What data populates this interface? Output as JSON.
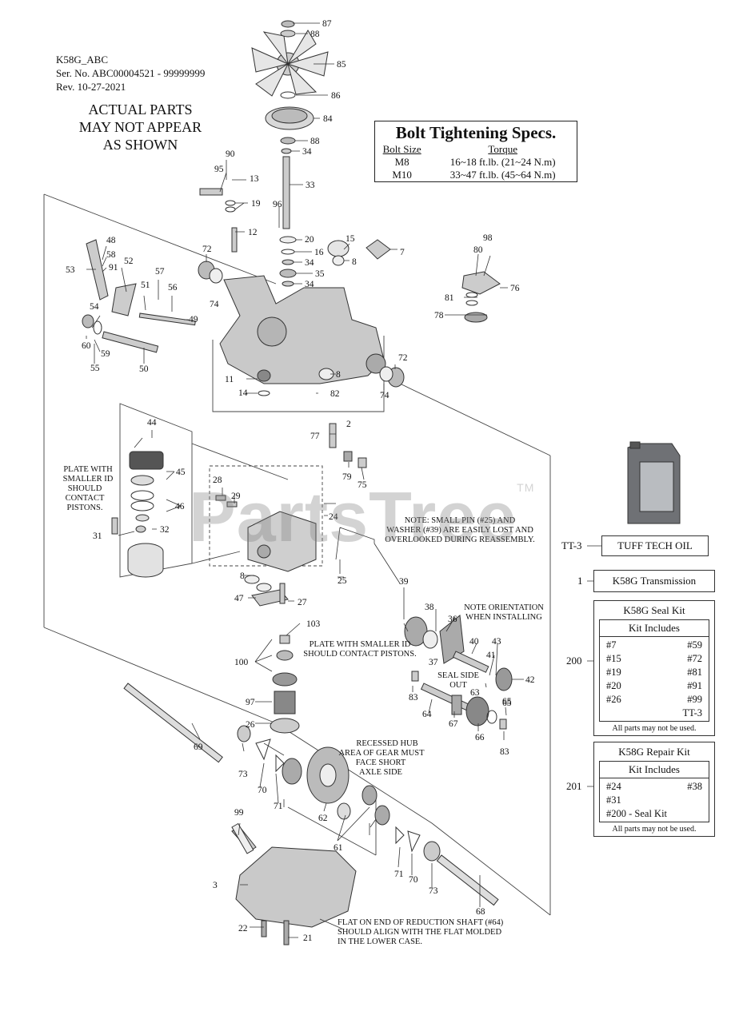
{
  "header": {
    "model": "K58G_ABC",
    "serial": "Ser. No. ABC00004521 - 99999999",
    "revision": "Rev. 10-27-2021"
  },
  "disclaimer": [
    "ACTUAL PARTS",
    "MAY NOT APPEAR",
    "AS SHOWN"
  ],
  "bolt_specs": {
    "title": "Bolt Tightening Specs.",
    "col_size": "Bolt Size",
    "col_torque": "Torque",
    "rows": [
      {
        "size": "M8",
        "torque": "16~18 ft.lb. (21~24 N.m)"
      },
      {
        "size": "M10",
        "torque": "33~47 ft.lb. (45~64 N.m)"
      }
    ]
  },
  "watermark": {
    "text": "PartsTree",
    "tm": "TM"
  },
  "notes": {
    "plate_left": [
      "PLATE WITH",
      "SMALLER ID",
      "SHOULD",
      "CONTACT",
      "PISTONS."
    ],
    "small_pin": [
      "NOTE: SMALL PIN (#25) AND",
      "WASHER (#39) ARE EASILY LOST AND",
      "OVERLOOKED DURING REASSEMBLY."
    ],
    "orientation": [
      "NOTE ORIENTATION",
      "WHEN INSTALLING"
    ],
    "plate_mid": [
      "PLATE WITH SMALLER ID",
      "SHOULD CONTACT PISTONS."
    ],
    "seal_side": [
      "SEAL SIDE",
      "OUT"
    ],
    "recessed_hub": [
      "RECESSED HUB",
      "AREA OF GEAR MUST",
      "FACE SHORT",
      "AXLE SIDE"
    ],
    "flat_end": [
      "FLAT ON END OF REDUCTION SHAFT (#64)",
      "SHOULD ALIGN WITH THE FLAT MOLDED",
      "IN THE LOWER CASE."
    ]
  },
  "part_labels": [
    "87",
    "88",
    "85",
    "86",
    "84",
    "88",
    "34",
    "90",
    "95",
    "13",
    "19",
    "33",
    "96",
    "12",
    "20",
    "16",
    "34",
    "35",
    "34",
    "15",
    "8",
    "7",
    "98",
    "80",
    "76",
    "81",
    "78",
    "48",
    "58",
    "91",
    "53",
    "52",
    "72",
    "57",
    "56",
    "74",
    "51",
    "54",
    "49",
    "60",
    "59",
    "55",
    "50",
    "72",
    "11",
    "8",
    "14",
    "82",
    "74",
    "2",
    "77",
    "79",
    "75",
    "44",
    "45",
    "46",
    "31",
    "32",
    "28",
    "29",
    "24",
    "8",
    "47",
    "27",
    "25",
    "39",
    "38",
    "36",
    "103",
    "100",
    "97",
    "26",
    "69",
    "73",
    "70",
    "71",
    "37",
    "40",
    "43",
    "41",
    "42",
    "83",
    "64",
    "65",
    "63",
    "67",
    "66",
    "65",
    "83",
    "62",
    "61",
    "99",
    "71",
    "70",
    "73",
    "68",
    "3",
    "22",
    "21"
  ],
  "side_items": [
    {
      "code": "TT-3",
      "name": "TUFF TECH OIL"
    },
    {
      "code": "1",
      "name": "K58G Transmission"
    }
  ],
  "seal_kit": {
    "code": "200",
    "title": "K58G Seal Kit",
    "includes": "Kit Includes",
    "items": [
      "#7",
      "#59",
      "#15",
      "#72",
      "#19",
      "#81",
      "#20",
      "#91",
      "#26",
      "#99",
      "",
      "TT-3"
    ],
    "footer": "All parts may not be used."
  },
  "repair_kit": {
    "code": "201",
    "title": "K58G Repair Kit",
    "includes": "Kit Includes",
    "items": [
      "#24",
      "#38",
      "#31",
      "",
      "#200 - Seal Kit",
      ""
    ],
    "footer": "All parts may not be used."
  }
}
